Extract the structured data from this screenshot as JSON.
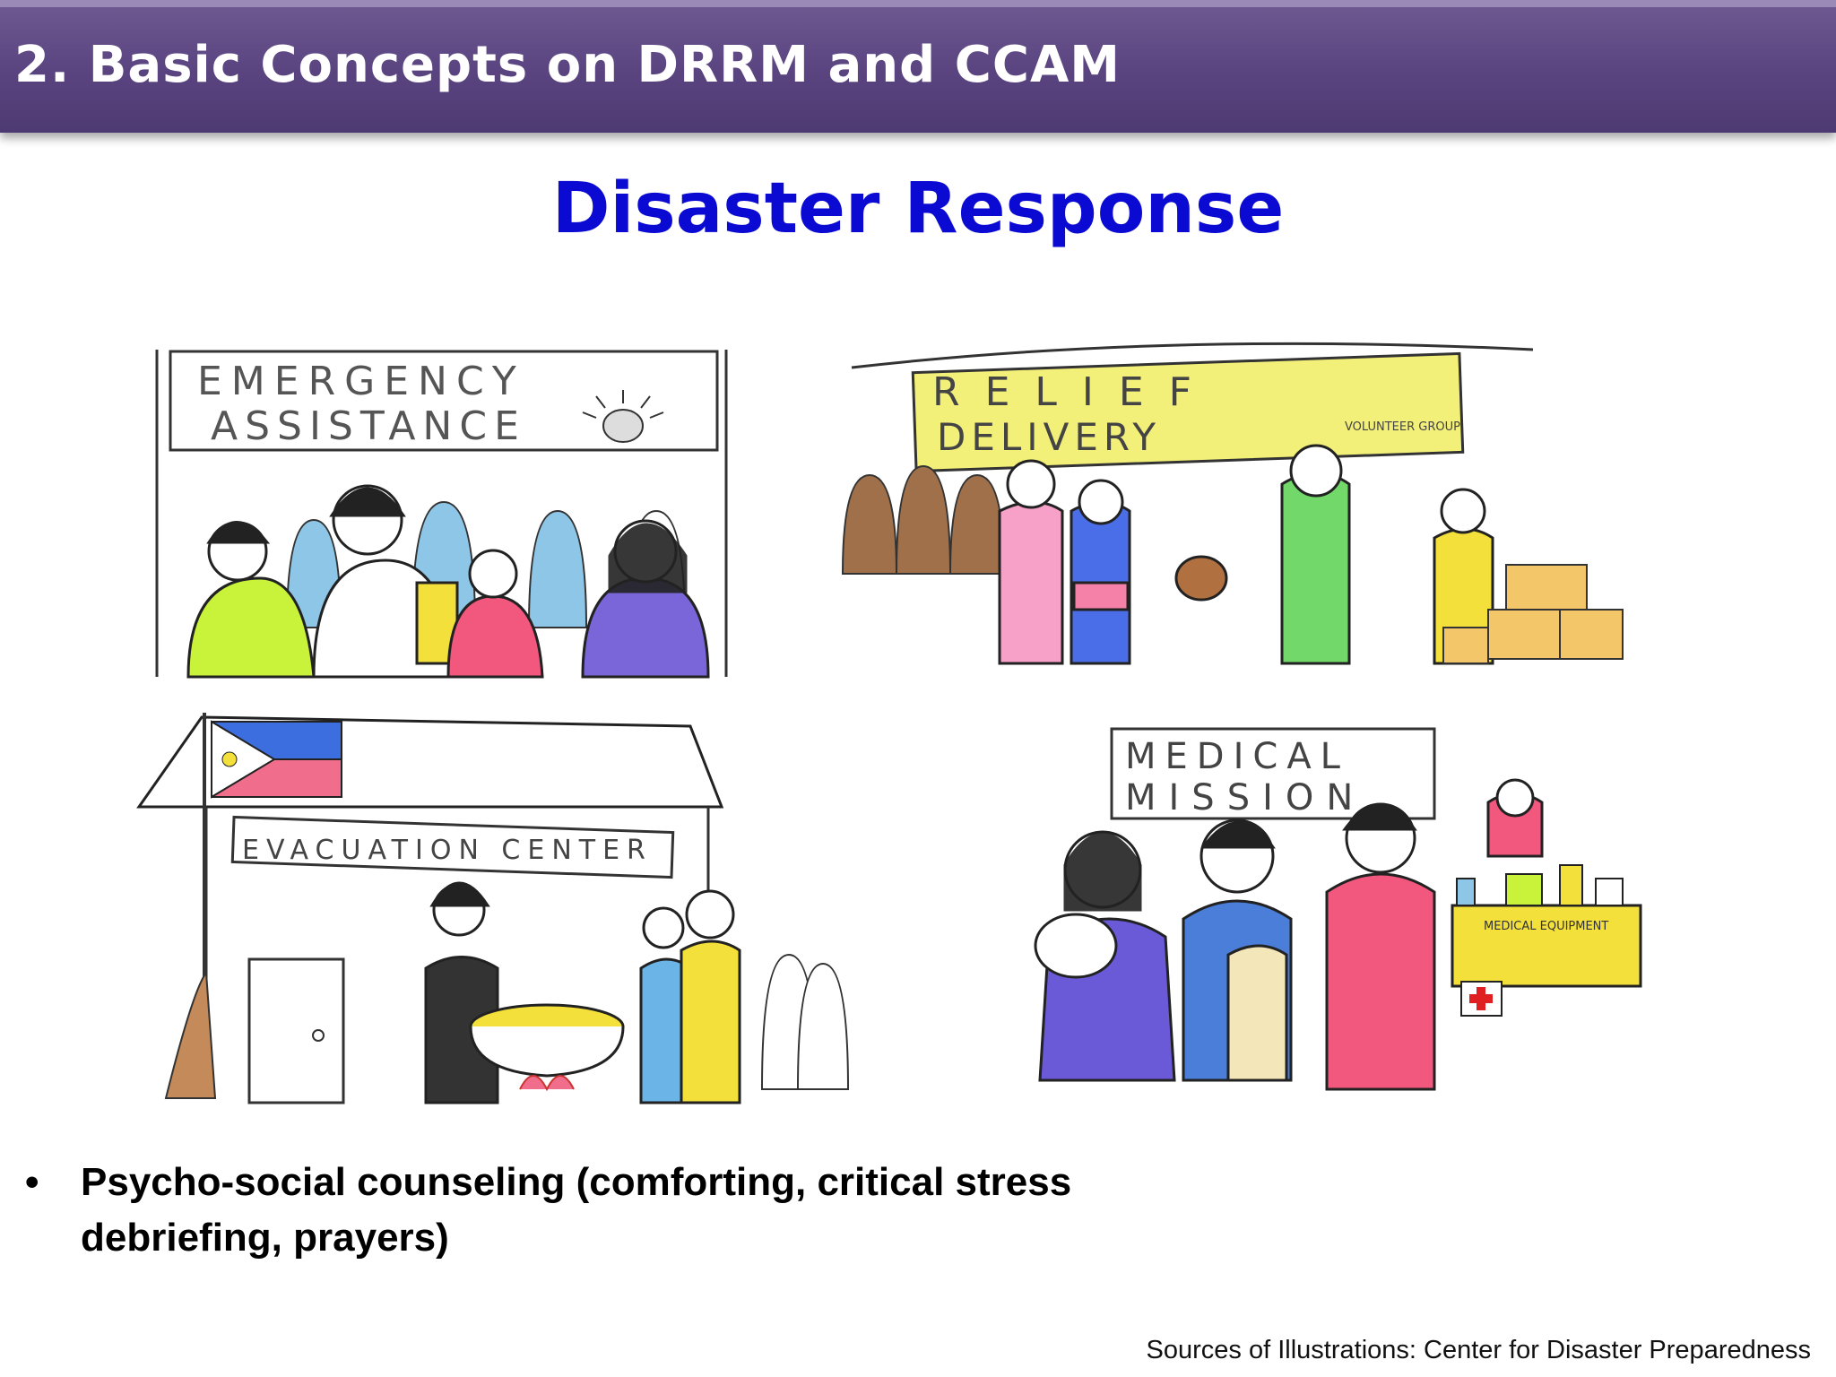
{
  "header": {
    "title": "2.  Basic Concepts on DRRM and CCAM"
  },
  "slide": {
    "title": "Disaster Response"
  },
  "illustrations": [
    {
      "banner_lines": [
        "EMERGENCY",
        "ASSISTANCE"
      ]
    },
    {
      "banner_lines": [
        "RELIEF",
        "DELIVERY"
      ],
      "logo_text": "VOLUNTEER GROUP"
    },
    {
      "banner_lines": [
        "EVACUATION CENTER"
      ]
    },
    {
      "banner_lines": [
        "MEDICAL",
        "MISSION"
      ],
      "sign_text": "MEDICAL EQUIPMENT"
    }
  ],
  "bullets": [
    "Psycho-social counseling  (comforting, critical stress debriefing, prayers)"
  ],
  "footer": {
    "source": "Sources of Illustrations: Center for Disaster Preparedness"
  }
}
